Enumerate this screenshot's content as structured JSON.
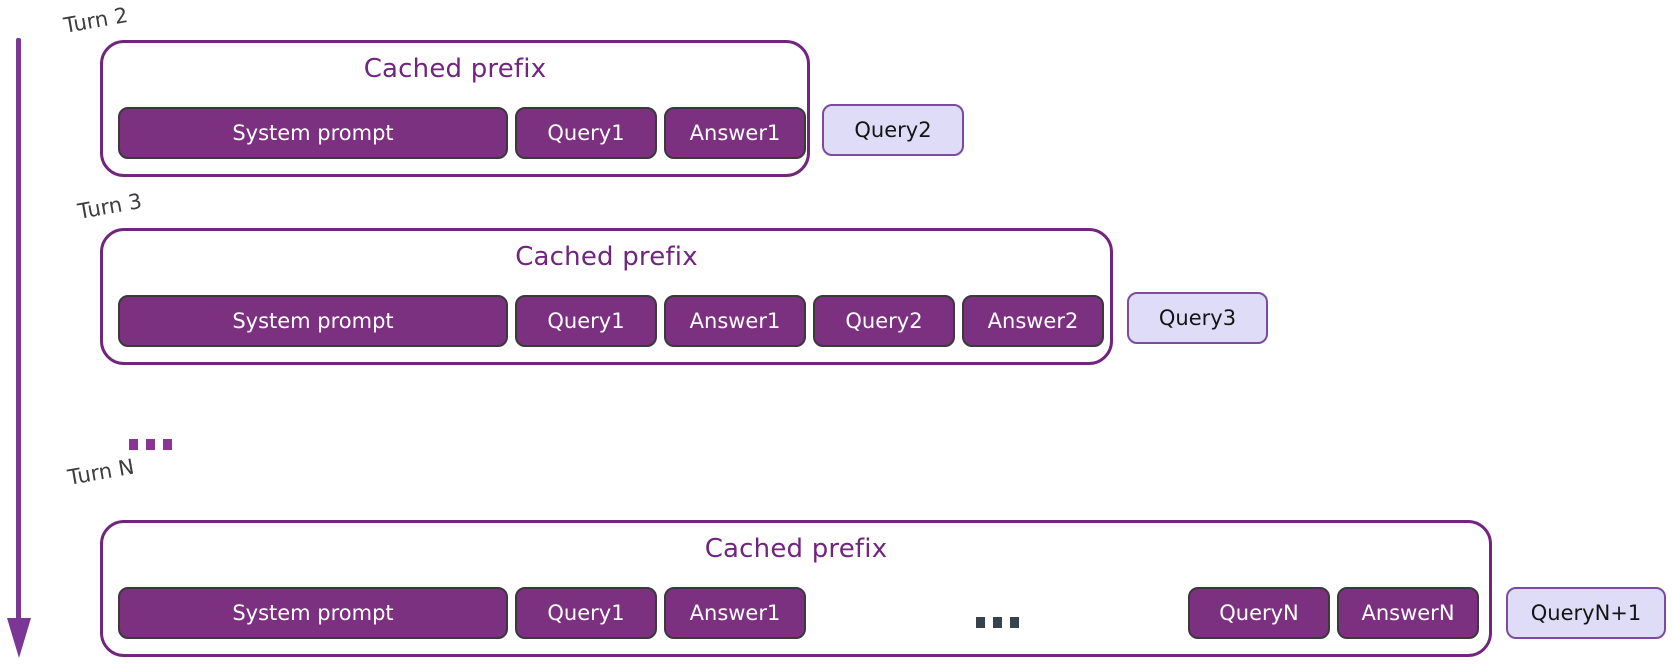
{
  "turns": [
    {
      "label": "Turn 2",
      "cached_prefix_label": "Cached prefix",
      "cached_boxes": [
        "System prompt",
        "Query1",
        "Answer1"
      ],
      "new_query": "Query2"
    },
    {
      "label": "Turn 3",
      "cached_prefix_label": "Cached prefix",
      "cached_boxes": [
        "System prompt",
        "Query1",
        "Answer1",
        "Query2",
        "Answer2"
      ],
      "new_query": "Query3"
    },
    {
      "label": "Turn N",
      "cached_prefix_label": "Cached prefix",
      "cached_boxes_left": [
        "System prompt",
        "Query1",
        "Answer1"
      ],
      "ellipsis": "...",
      "cached_boxes_right": [
        "QueryN",
        "AnswerN"
      ],
      "new_query": "QueryN+1"
    }
  ],
  "ellipsis_between_rows": "...",
  "colors": {
    "cached_box_fill": "#7B3080",
    "cached_box_border": "#3A3A3A",
    "container_border": "#72257E",
    "title_text": "#70257F",
    "new_query_fill": "#DEDCF6",
    "new_query_border": "#7C4BA0",
    "arrow": "#7A3796",
    "turn_label_text": "#3D3D3D",
    "rows_ellipsis": "#8C3396",
    "inrow_ellipsis": "#37424C"
  }
}
